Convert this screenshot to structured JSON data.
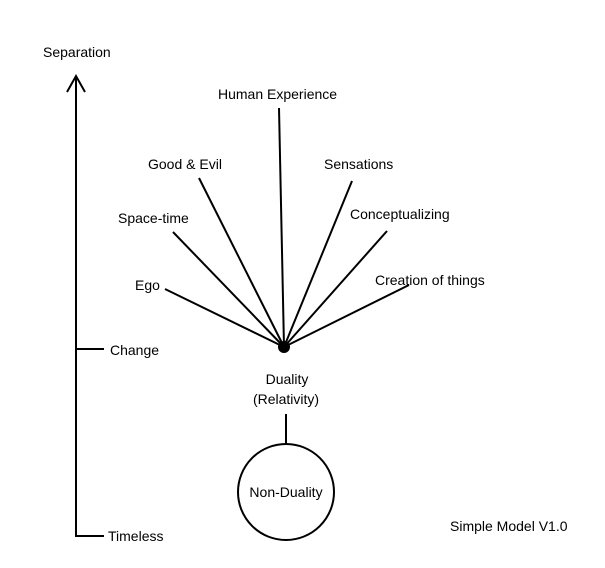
{
  "axis": {
    "top_label": "Separation",
    "middle_label": "Change",
    "bottom_label": "Timeless"
  },
  "branches": [
    "Ego",
    "Space-time",
    "Good & Evil",
    "Human Experience",
    "Sensations",
    "Conceptualizing",
    "Creation of things"
  ],
  "hub": {
    "label_line1": "Duality",
    "label_line2": "(Relativity)"
  },
  "root": {
    "label": "Non-Duality"
  },
  "caption": "Simple Model V1.0",
  "colors": {
    "stroke": "#000000",
    "background": "#ffffff"
  }
}
